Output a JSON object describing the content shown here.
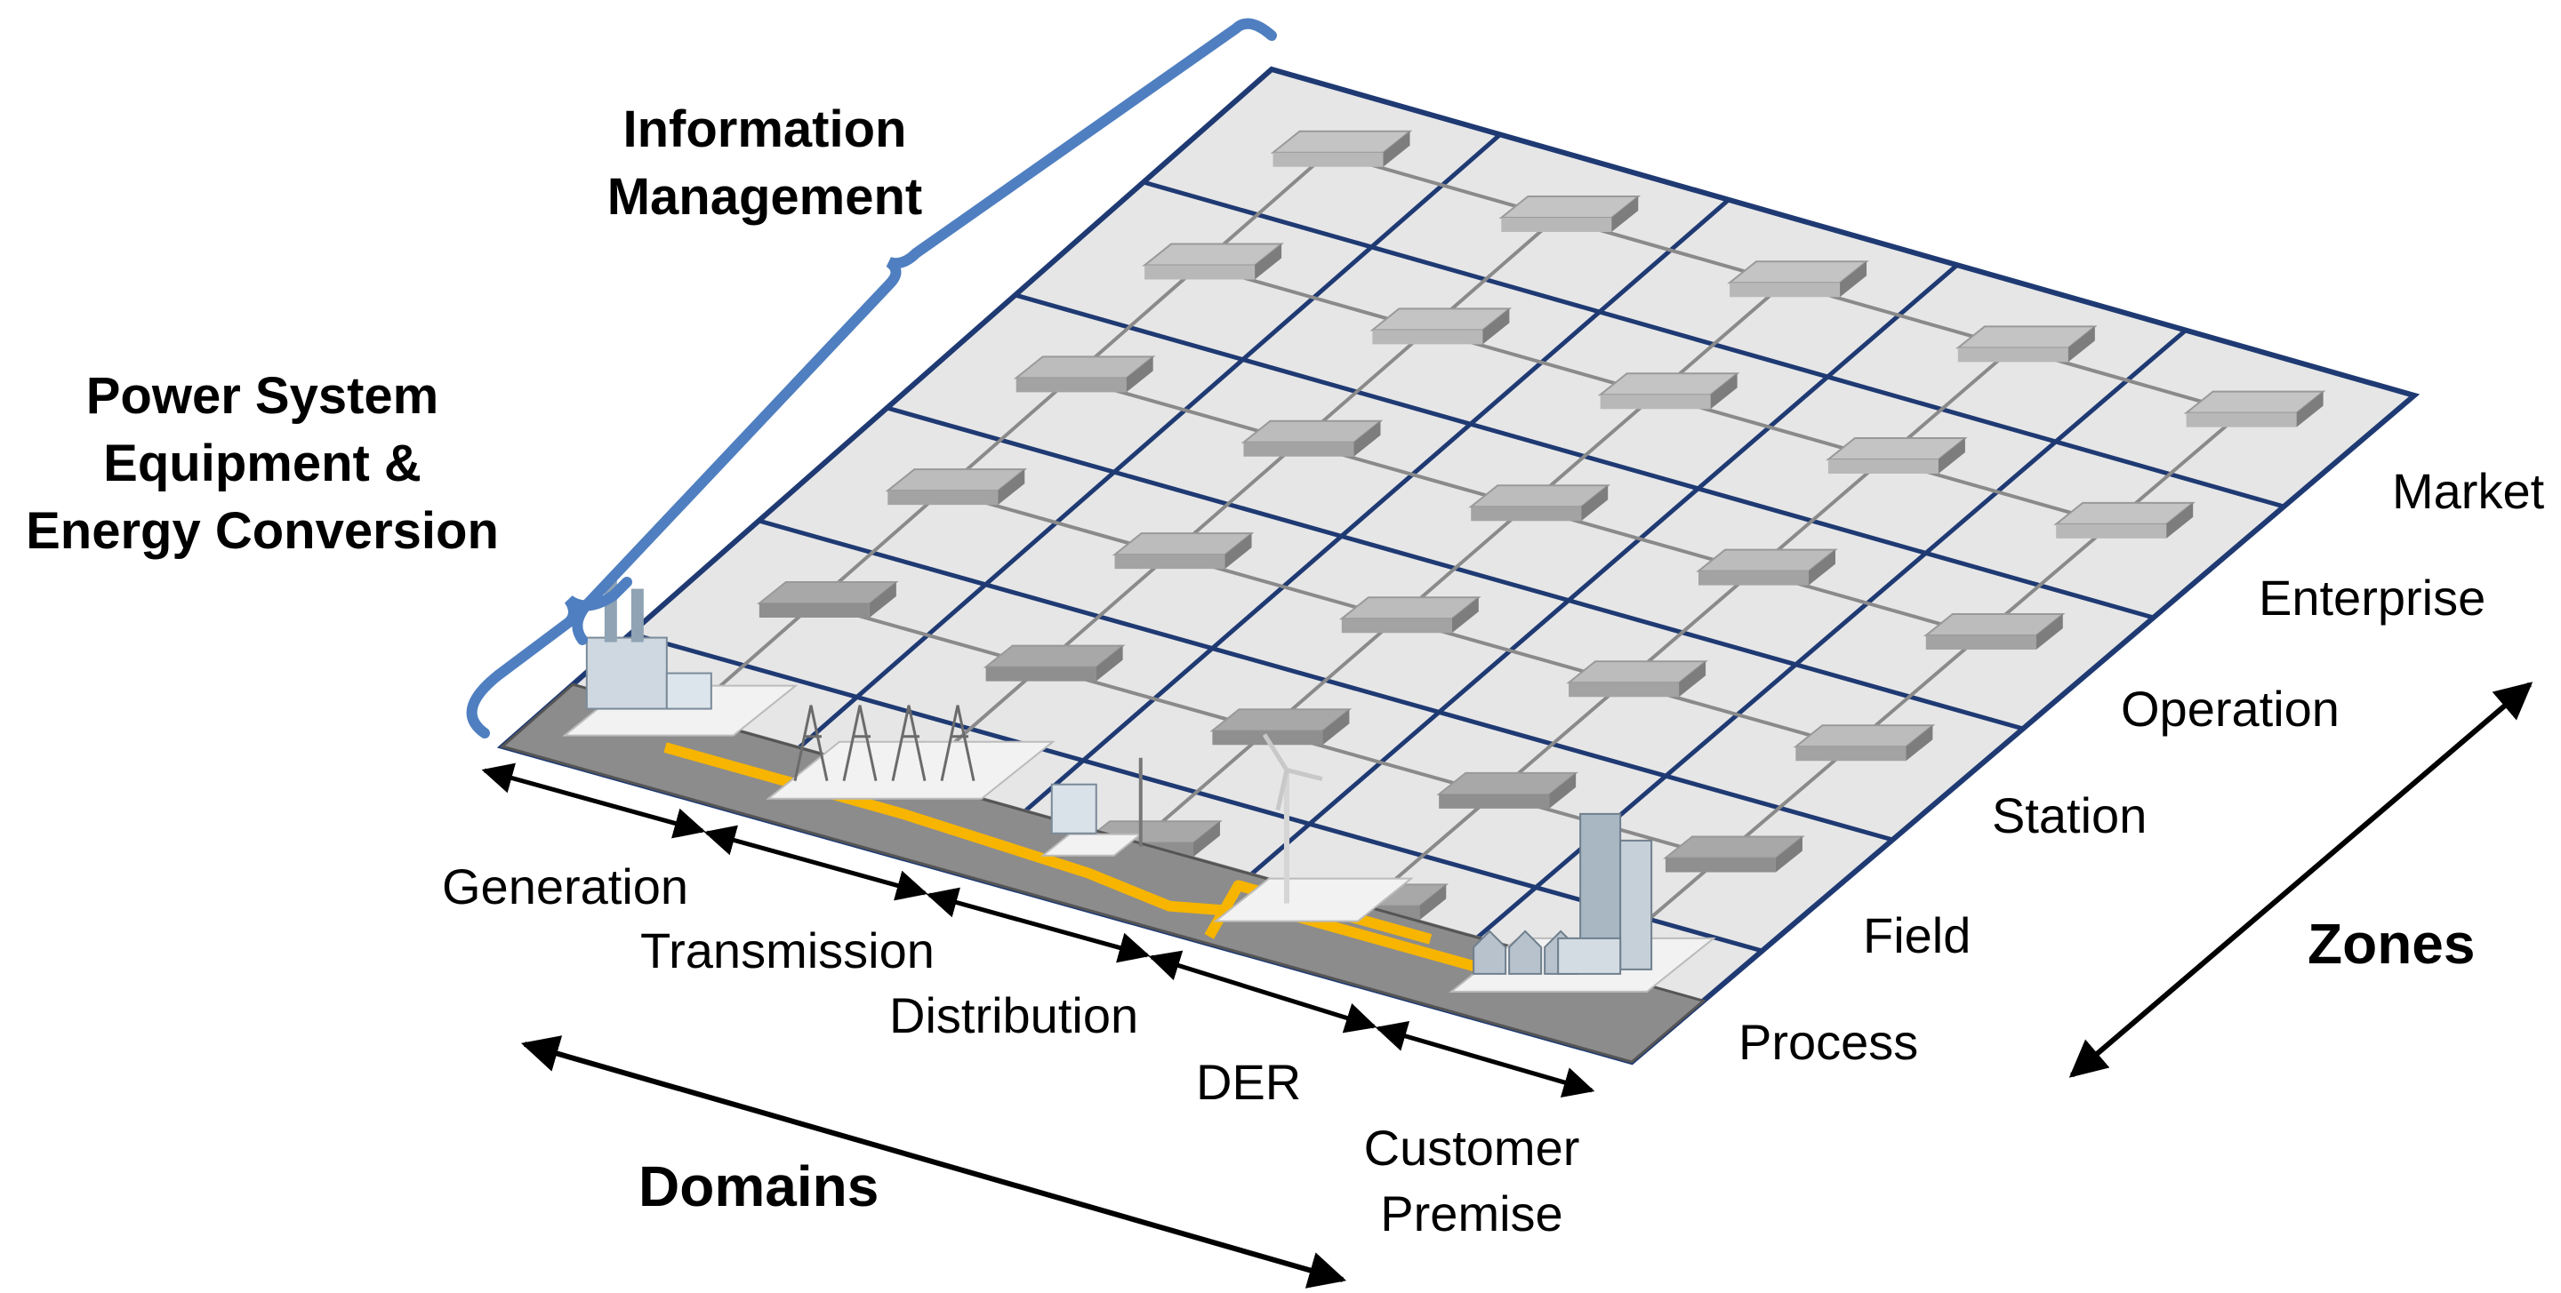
{
  "header": {
    "information_management": "Information\nManagement",
    "power_system": "Power System\nEquipment &\nEnergy Conversion"
  },
  "zones": {
    "title": "Zones",
    "items": [
      "Market",
      "Enterprise",
      "Operation",
      "Station",
      "Field",
      "Process"
    ]
  },
  "domains": {
    "title": "Domains",
    "items": [
      "Generation",
      "Transmission",
      "Distribution",
      "DER",
      "Customer\nPremise"
    ]
  },
  "colors": {
    "grid_fill": "#e6e6e6",
    "grid_line": "#1f3a73",
    "brace": "#4f7fc0",
    "ground": "#8c8c8c",
    "power_line": "#f7b500",
    "node_fill": "#a9a9a9",
    "node_top": "#c4c4c4"
  }
}
